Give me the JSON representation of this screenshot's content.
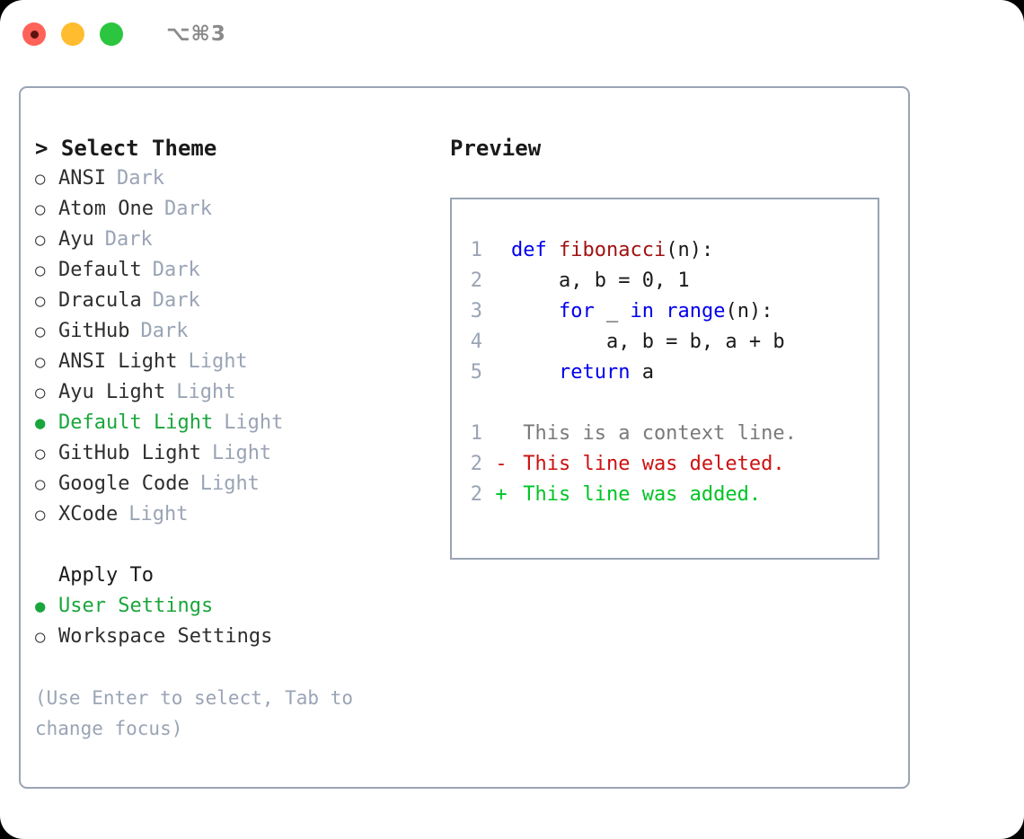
{
  "titlebar": {
    "shortcut": "⌥⌘3",
    "buttons": [
      {
        "name": "close",
        "color": "#ff6259"
      },
      {
        "name": "minimize",
        "color": "#febc2e"
      },
      {
        "name": "maximize",
        "color": "#2cc540"
      }
    ]
  },
  "theme_picker": {
    "title": "> Select Theme",
    "items": [
      {
        "marker": "○",
        "label": "ANSI",
        "suffix": "Dark",
        "selected": false
      },
      {
        "marker": "○",
        "label": "Atom One",
        "suffix": "Dark",
        "selected": false
      },
      {
        "marker": "○",
        "label": "Ayu",
        "suffix": "Dark",
        "selected": false
      },
      {
        "marker": "○",
        "label": "Default",
        "suffix": "Dark",
        "selected": false
      },
      {
        "marker": "○",
        "label": "Dracula",
        "suffix": "Dark",
        "selected": false
      },
      {
        "marker": "○",
        "label": "GitHub",
        "suffix": "Dark",
        "selected": false
      },
      {
        "marker": "○",
        "label": "ANSI Light",
        "suffix": "Light",
        "selected": false
      },
      {
        "marker": "○",
        "label": "Ayu Light",
        "suffix": "Light",
        "selected": false
      },
      {
        "marker": "●",
        "label": "Default Light",
        "suffix": "Light",
        "selected": true
      },
      {
        "marker": "○",
        "label": "GitHub Light",
        "suffix": "Light",
        "selected": false
      },
      {
        "marker": "○",
        "label": "Google Code",
        "suffix": "Light",
        "selected": false
      },
      {
        "marker": "○",
        "label": "XCode",
        "suffix": "Light",
        "selected": false
      }
    ]
  },
  "apply_to": {
    "heading": "Apply To",
    "options": [
      {
        "marker": "●",
        "label": "User Settings",
        "selected": true
      },
      {
        "marker": "○",
        "label": "Workspace Settings",
        "selected": false
      }
    ]
  },
  "hint": "(Use Enter to select, Tab to change focus)",
  "preview": {
    "title": "Preview",
    "code_lines": [
      {
        "lineno": "1",
        "gutter": "",
        "tokens": [
          {
            "t": "def ",
            "c": "kw"
          },
          {
            "t": "fibonacci",
            "c": "fn"
          },
          {
            "t": "(n):",
            "c": "pl"
          }
        ]
      },
      {
        "lineno": "2",
        "gutter": "",
        "tokens": [
          {
            "t": "    a, b = 0, 1",
            "c": "pl"
          }
        ]
      },
      {
        "lineno": "3",
        "gutter": "",
        "tokens": [
          {
            "t": "    ",
            "c": "pl"
          },
          {
            "t": "for",
            "c": "kw"
          },
          {
            "t": " _ ",
            "c": "pl"
          },
          {
            "t": "in",
            "c": "kw"
          },
          {
            "t": " ",
            "c": "pl"
          },
          {
            "t": "range",
            "c": "kw"
          },
          {
            "t": "(n):",
            "c": "pl"
          }
        ]
      },
      {
        "lineno": "4",
        "gutter": "",
        "tokens": [
          {
            "t": "        a, b = b, a + b",
            "c": "pl"
          }
        ]
      },
      {
        "lineno": "5",
        "gutter": "",
        "tokens": [
          {
            "t": "    ",
            "c": "pl"
          },
          {
            "t": "return",
            "c": "kw"
          },
          {
            "t": " a",
            "c": "pl"
          }
        ]
      }
    ],
    "diff_lines": [
      {
        "lineno": "1",
        "gutter": " ",
        "text": "This is a context line.",
        "kind": "ctx"
      },
      {
        "lineno": "2",
        "gutter": "-",
        "text": "This line was deleted.",
        "kind": "del"
      },
      {
        "lineno": "2",
        "gutter": "+",
        "text": "This line was added.",
        "kind": "add"
      }
    ]
  },
  "colors": {
    "selection_green": "#1aa63c",
    "diff_add_green": "#00c425",
    "diff_del_red": "#cc1111",
    "keyword_blue": "#0000ee",
    "function_red": "#a11212",
    "muted_gray": "#9aa4b5",
    "border_gray": "#9aa4b5"
  }
}
